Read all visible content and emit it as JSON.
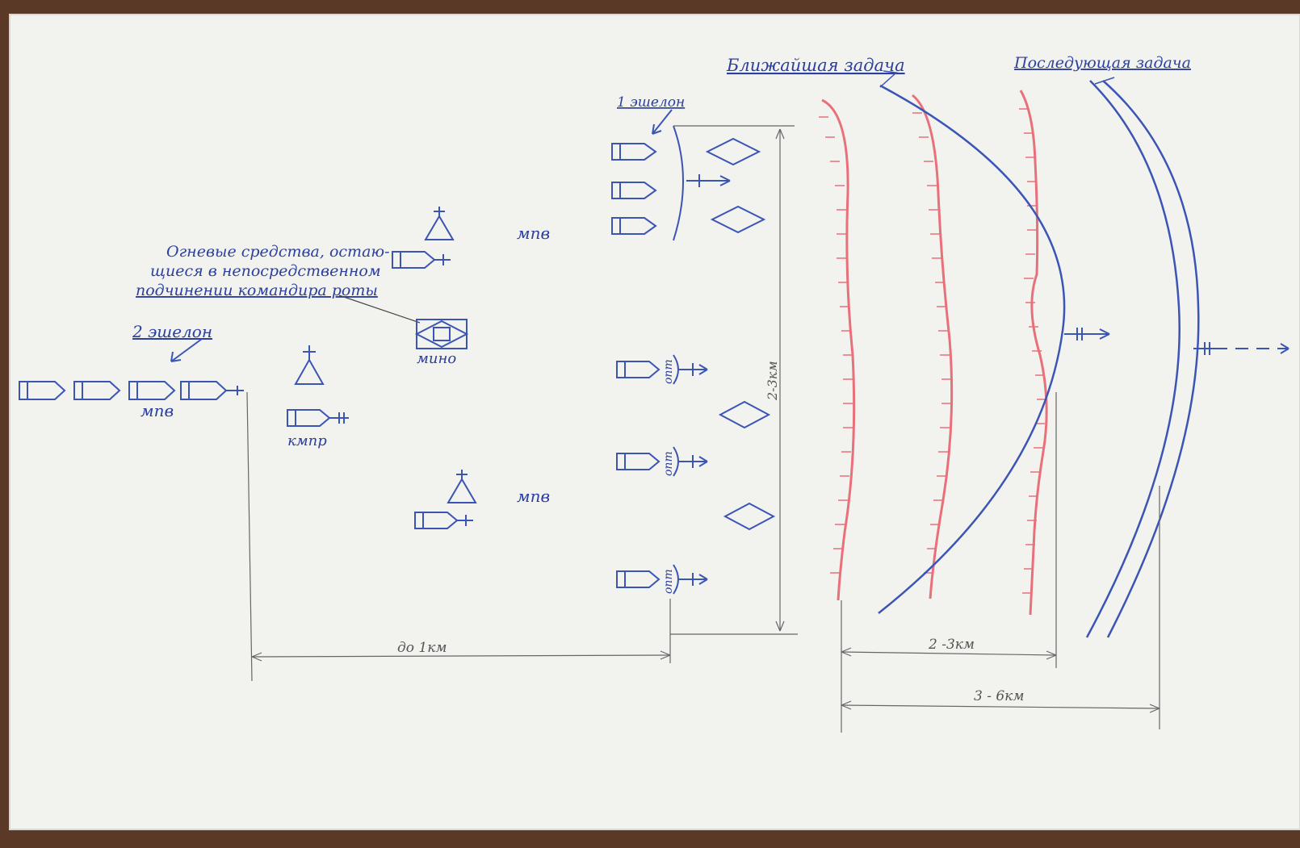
{
  "labels": {
    "first_echelon": "1 эшелон",
    "second_echelon": "2 эшелон",
    "note_line1": "Огневые средства, остаю-",
    "note_line2": "щиеся в непосредственном",
    "note_line3": "подчинении командира роты",
    "mpv_top": "мпв",
    "mpv_left": "мпв",
    "mpv_bottom": "мпв",
    "kmpr": "кмпр",
    "mino": "мино",
    "opt1": "опт",
    "opt2": "опт",
    "opt3": "опт",
    "immediate_task": "Ближайшая задача",
    "subsequent_task": "Последующая задача"
  },
  "dimensions": {
    "depth_front": "2-3км",
    "distance_echelon": "до 1км",
    "depth_immediate": "2 -3км",
    "depth_subsequent": "3 - 6км"
  },
  "colors": {
    "paper": "#f2f2ef",
    "blue_ink": "#3b55b5",
    "red_pencil": "#e8707a",
    "background": "#5a3a26"
  }
}
